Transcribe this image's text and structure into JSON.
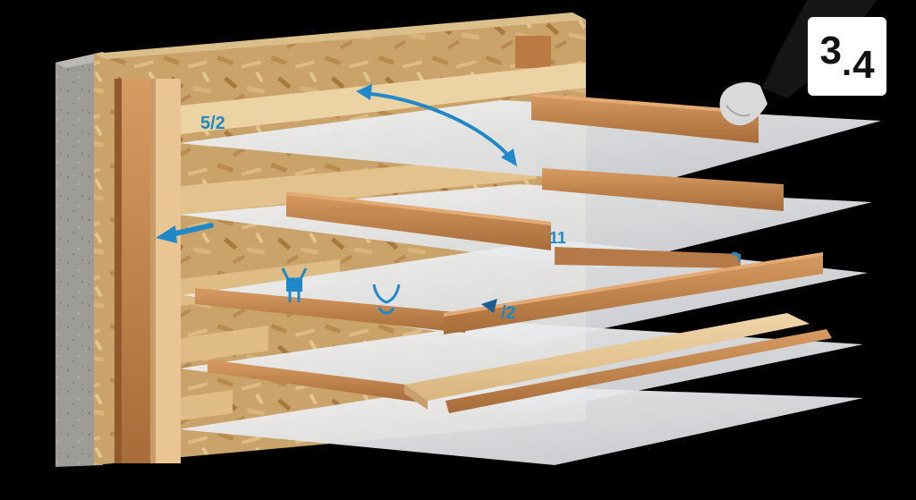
{
  "step_badge": {
    "major": "3",
    "separator": ".",
    "minor": "4"
  },
  "dimension_labels": {
    "top_left": "5/2",
    "middle": "11",
    "lower_right": "/2"
  },
  "colors": {
    "background": "#000000",
    "badge": "#ffffff",
    "badge_text": "#111111",
    "annotation_blue": "#1e88c8",
    "panel": "#e6e8ea",
    "timber": "#c58a55",
    "osb": "#c9a36a",
    "concrete": "#9c9c98"
  },
  "icons": [
    "curved-double-arrow-icon",
    "left-arrow-icon",
    "clamp-icon",
    "clip-icon",
    "pointer-arrow-icon",
    "hand-icon"
  ]
}
